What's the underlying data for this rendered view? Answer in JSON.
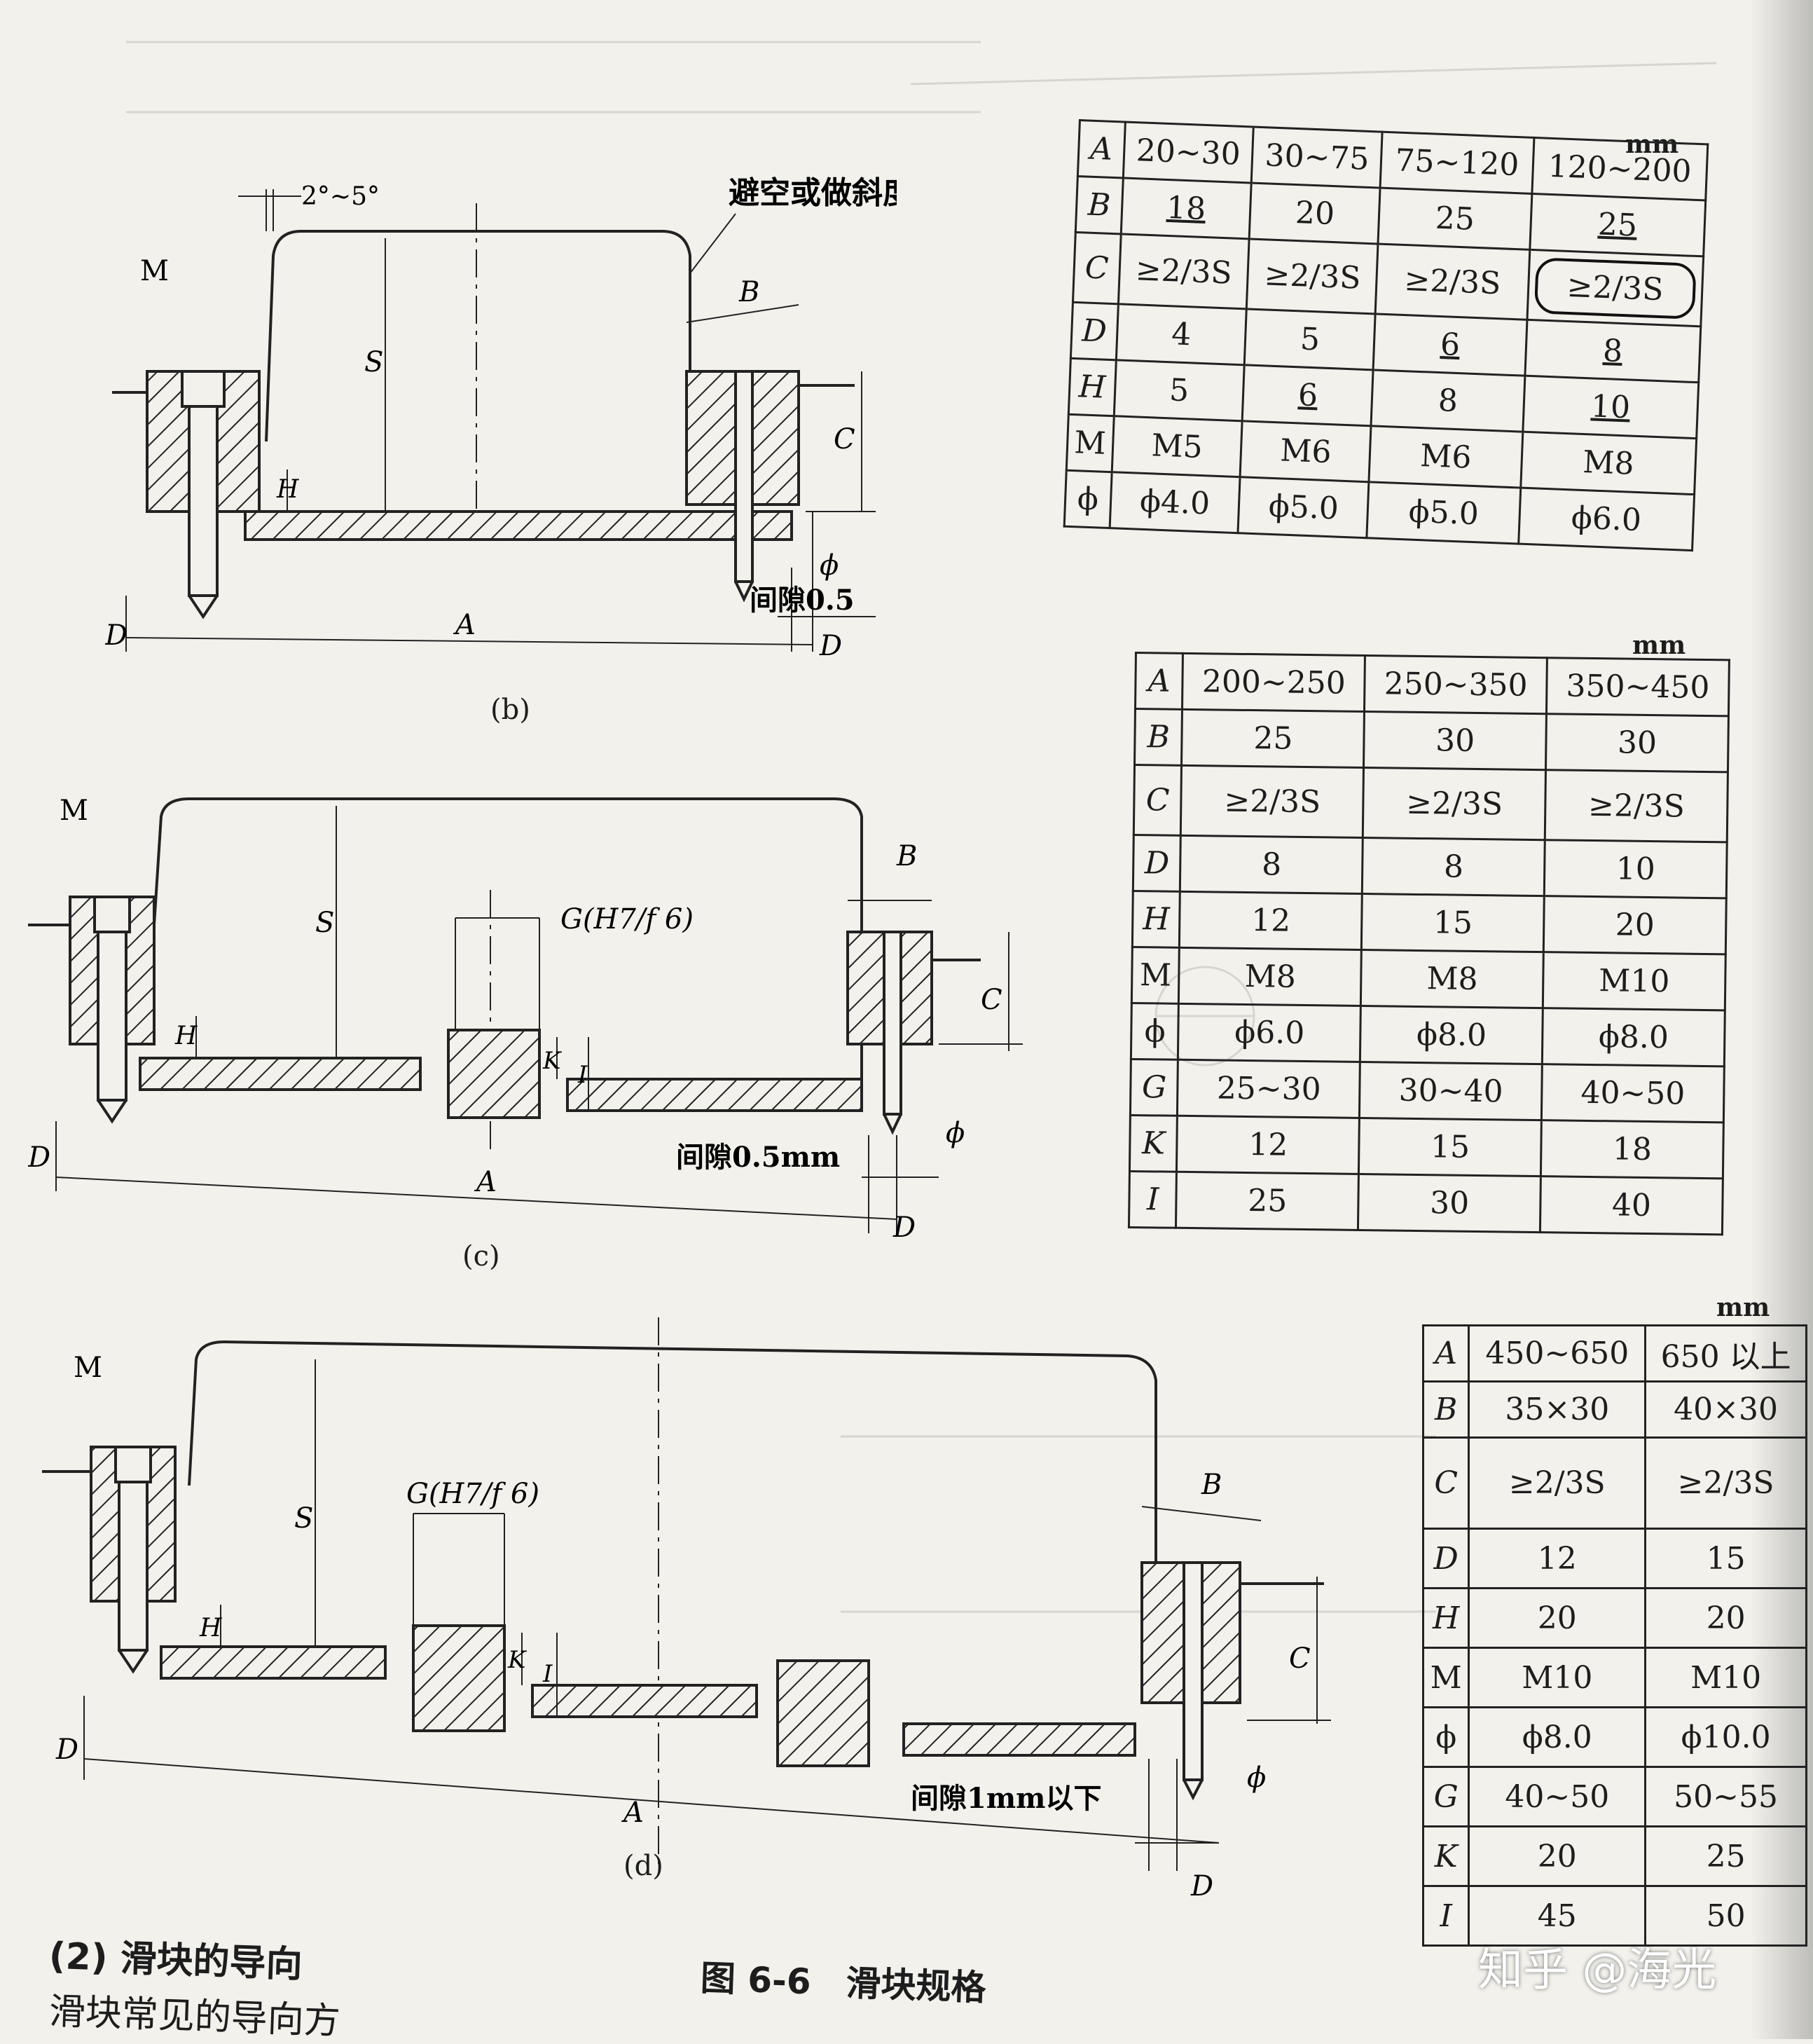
{
  "figure_caption": "图 6-6　滑块规格",
  "section_heading": "(2) 滑块的导向",
  "section_text": "滑块常见的导向方",
  "watermark": "知乎 @海光",
  "units": "mm",
  "figures": {
    "b": {
      "caption": "(b)",
      "labels": {
        "angle": "2°~5°",
        "relief_note": "避空或做斜度",
        "M": "M",
        "S": "S",
        "H": "H",
        "B": "B",
        "C": "C",
        "phi": "ϕ",
        "gap": "间隙0.5",
        "A": "A",
        "D": "D"
      }
    },
    "c": {
      "caption": "(c)",
      "labels": {
        "M": "M",
        "S": "S",
        "H": "H",
        "B": "B",
        "C": "C",
        "K": "K",
        "I": "I",
        "G": "G(H7/f 6)",
        "phi": "ϕ",
        "gap": "间隙0.5mm",
        "A": "A",
        "D": "D"
      }
    },
    "d": {
      "caption": "(d)",
      "labels": {
        "M": "M",
        "S": "S",
        "H": "H",
        "B": "B",
        "C": "C",
        "K": "K",
        "I": "I",
        "G": "G(H7/f 6)",
        "phi": "ϕ",
        "gap": "间隙1mm以下",
        "A": "A",
        "D": "D"
      }
    }
  },
  "tables": [
    {
      "unit": "mm",
      "rows": [
        [
          "A",
          "20~30",
          "30~75",
          "75~120",
          "120~200"
        ],
        [
          "B",
          "18",
          "20",
          "25",
          "25"
        ],
        [
          "C",
          "≥2/3S",
          "≥2/3S",
          "≥2/3S",
          "≥2/3S"
        ],
        [
          "D",
          "4",
          "5",
          "6",
          "8"
        ],
        [
          "H",
          "5",
          "6",
          "8",
          "10"
        ],
        [
          "M",
          "M5",
          "M6",
          "M6",
          "M8"
        ],
        [
          "ϕ",
          "ϕ4.0",
          "ϕ5.0",
          "ϕ5.0",
          "ϕ6.0"
        ]
      ]
    },
    {
      "unit": "mm",
      "rows": [
        [
          "A",
          "200~250",
          "250~350",
          "350~450"
        ],
        [
          "B",
          "25",
          "30",
          "30"
        ],
        [
          "C",
          "≥2/3S",
          "≥2/3S",
          "≥2/3S"
        ],
        [
          "D",
          "8",
          "8",
          "10"
        ],
        [
          "H",
          "12",
          "15",
          "20"
        ],
        [
          "M",
          "M8",
          "M8",
          "M10"
        ],
        [
          "ϕ",
          "ϕ6.0",
          "ϕ8.0",
          "ϕ8.0"
        ],
        [
          "G",
          "25~30",
          "30~40",
          "40~50"
        ],
        [
          "K",
          "12",
          "15",
          "18"
        ],
        [
          "I",
          "25",
          "30",
          "40"
        ]
      ]
    },
    {
      "unit": "mm",
      "rows": [
        [
          "A",
          "450~650",
          "650 以上"
        ],
        [
          "B",
          "35×30",
          "40×30"
        ],
        [
          "C",
          "≥2/3S",
          "≥2/3S"
        ],
        [
          "D",
          "12",
          "15"
        ],
        [
          "H",
          "20",
          "20"
        ],
        [
          "M",
          "M10",
          "M10"
        ],
        [
          "ϕ",
          "ϕ8.0",
          "ϕ10.0"
        ],
        [
          "G",
          "40~50",
          "50~55"
        ],
        [
          "K",
          "20",
          "25"
        ],
        [
          "I",
          "45",
          "50"
        ]
      ]
    }
  ]
}
